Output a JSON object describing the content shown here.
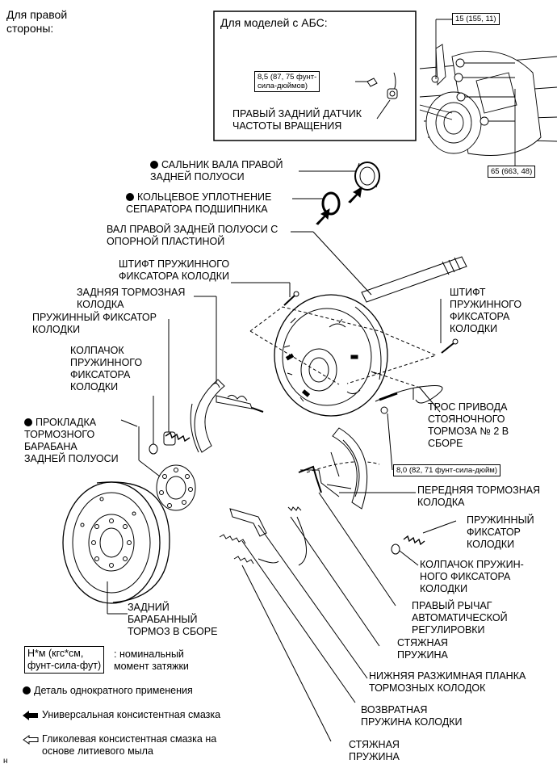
{
  "side_note": "Для правой\nстороны:",
  "abs_box": {
    "title": "Для моделей с АБС:",
    "torque": "8,5 (87, 75 фунт-\nсила-дюймов)",
    "sensor": "ПРАВЫЙ ЗАДНИЙ ДАТЧИК\nЧАСТОТЫ ВРАЩЕНИЯ"
  },
  "torques": {
    "t15": "15 (155, 11)",
    "t65": "65 (663, 48)",
    "t8": "8,0 (82, 71 фунт-сила-дюйм)"
  },
  "labels": {
    "oil_seal": "САЛЬНИК ВАЛА ПРАВОЙ\nЗАДНЕЙ ПОЛУОСИ",
    "oring": "КОЛЬЦЕВОЕ УПЛОТНЕНИЕ\nСЕПАРАТОРА ПОДШИПНИКА",
    "axle": "ВАЛ ПРАВОЙ ЗАДНЕЙ ПОЛУОСИ С\nОПОРНОЙ ПЛАСТИНОЙ",
    "pin_left": "ШТИФТ ПРУЖИННОГО\nФИКСАТОРА КОЛОДКИ",
    "rear_shoe": "ЗАДНЯЯ ТОРМОЗНАЯ\nКОЛОДКА",
    "retainer_left": "ПРУЖИННЫЙ ФИКСАТОР\nКОЛОДКИ",
    "cap_left": "КОЛПАЧОК\nПРУЖИННОГО\nФИКСАТОРА\nКОЛОДКИ",
    "gasket": "ПРОКЛАДКА\nТОРМОЗНОГО\nБАРАБАНА\nЗАДНЕЙ ПОЛУОСИ",
    "pin_right": "ШТИФТ\nПРУЖИННОГО\nФИКСАТОРА\nКОЛОДКИ",
    "cable": "ТРОС ПРИВОДА\nСТОЯНОЧНОГО\nТОРМОЗА № 2 В\nСБОРЕ",
    "front_shoe": "ПЕРЕДНЯЯ ТОРМОЗНАЯ\nКОЛОДКА",
    "retainer_right": "ПРУЖИННЫЙ\nФИКСАТОР\nКОЛОДКИ",
    "cap_right": "КОЛПАЧОК ПРУЖИН-\nНОГО ФИКСАТОРА\nКОЛОДКИ",
    "adjust_lever": "ПРАВЫЙ РЫЧАГ\nАВТОМАТИЧЕСКОЙ\nРЕГУЛИРОВКИ",
    "tension_spring1": "СТЯЖНАЯ\nПРУЖИНА",
    "strut": "НИЖНЯЯ РАЗЖИМНАЯ ПЛАНКА\nТОРМОЗНЫХ КОЛОДОК",
    "return_spring": "ВОЗВРАТНАЯ\nПРУЖИНА КОЛОДКИ",
    "tension_spring2": "СТЯЖНАЯ\nПРУЖИНА",
    "drum": "ЗАДНИЙ\nБАРАБАННЫЙ\nТОРМОЗ В СБОРЕ"
  },
  "legend": {
    "torque_unit": "Н*м (кгс*см,\nфунт-сила-фут)",
    "torque_desc": ": номинальный\nмомент затяжки",
    "non_reusable": "Деталь однократного применения",
    "mp_grease": "Универсальная консистентная смазка",
    "glycol_grease": "Гликолевая консистентная смазка на\nоснове литиевого мыла"
  },
  "corner_mark": "н"
}
